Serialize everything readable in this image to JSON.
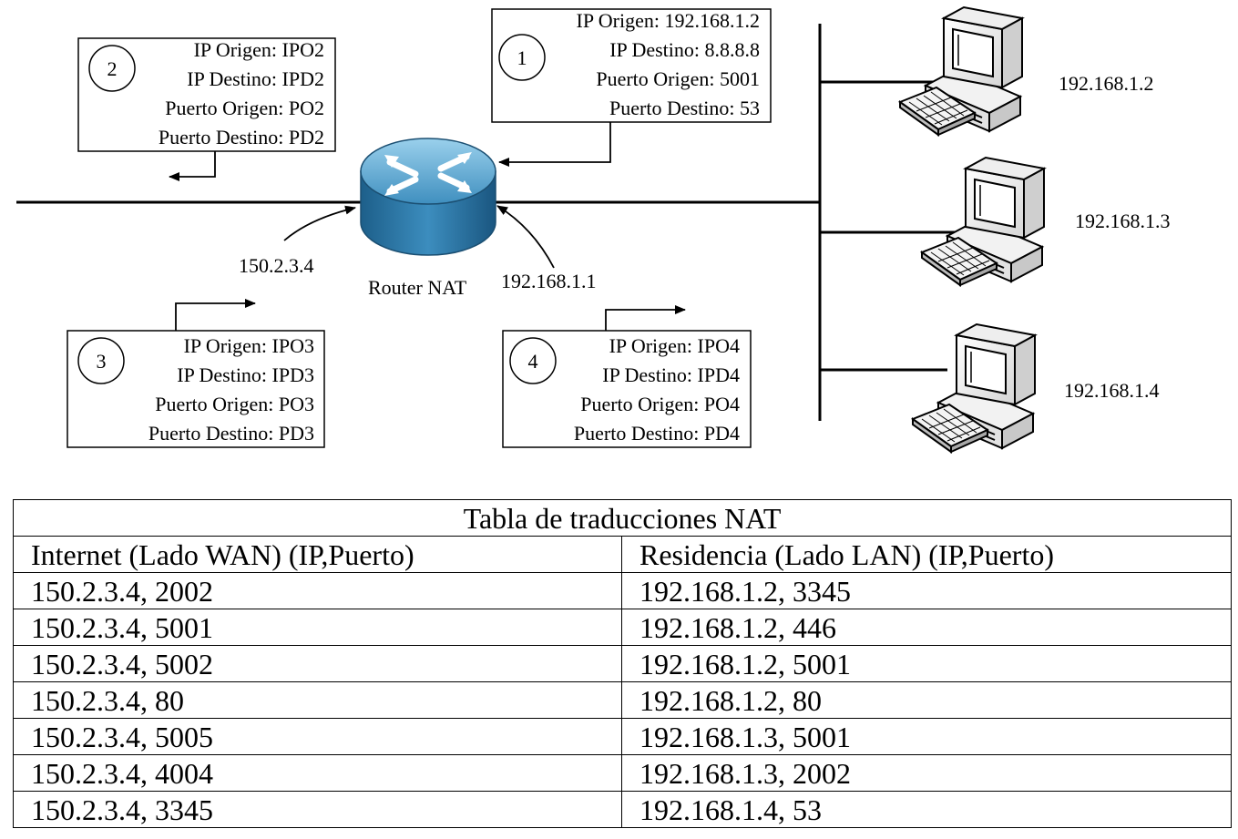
{
  "packets": [
    {
      "num": "1",
      "lines": [
        "IP Origen: 192.168.1.2",
        "IP Destino: 8.8.8.8",
        "Puerto Origen: 5001",
        "Puerto Destino: 53"
      ]
    },
    {
      "num": "2",
      "lines": [
        "IP Origen: IPO2",
        "IP Destino: IPD2",
        "Puerto Origen: PO2",
        "Puerto Destino: PD2"
      ]
    },
    {
      "num": "3",
      "lines": [
        "IP Origen: IPO3",
        "IP Destino: IPD3",
        "Puerto Origen: PO3",
        "Puerto Destino: PD3"
      ]
    },
    {
      "num": "4",
      "lines": [
        "IP Origen: IPO4",
        "IP Destino: IPD4",
        "Puerto Origen: PO4",
        "Puerto Destino: PD4"
      ]
    }
  ],
  "router": {
    "label": "Router NAT",
    "wan_ip": "150.2.3.4",
    "lan_ip": "192.168.1.1"
  },
  "hosts": [
    "192.168.1.2",
    "192.168.1.3",
    "192.168.1.4"
  ],
  "icons": {
    "router": "router-icon",
    "computer": "desktop-computer-icon"
  },
  "nat_table": {
    "title": "Tabla de traducciones NAT",
    "headers": [
      "Internet (Lado WAN) (IP,Puerto)",
      "Residencia (Lado LAN) (IP,Puerto)"
    ],
    "rows": [
      [
        "150.2.3.4, 2002",
        "192.168.1.2, 3345"
      ],
      [
        "150.2.3.4, 5001",
        "192.168.1.2, 446"
      ],
      [
        "150.2.3.4, 5002",
        "192.168.1.2, 5001"
      ],
      [
        "150.2.3.4, 80",
        "192.168.1.2, 80"
      ],
      [
        "150.2.3.4, 5005",
        "192.168.1.3, 5001"
      ],
      [
        "150.2.3.4, 4004",
        "192.168.1.3, 2002"
      ],
      [
        "150.2.3.4, 3345",
        "192.168.1.4, 53"
      ]
    ]
  }
}
